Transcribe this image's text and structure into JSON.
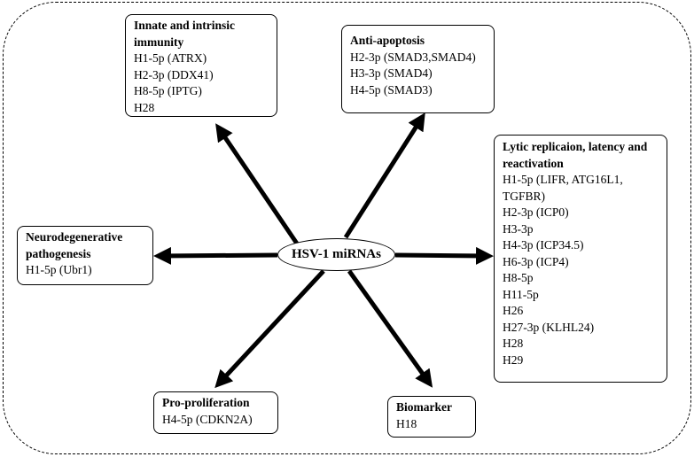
{
  "center": {
    "label": "HSV-1 miRNAs"
  },
  "boxes": {
    "innate": {
      "title": "Innate and intrinsic immunity",
      "items": [
        "H1-5p (ATRX)",
        "H2-3p (DDX41)",
        "H8-5p (IPTG)",
        "H28"
      ]
    },
    "antiapoptosis": {
      "title": "Anti-apoptosis",
      "items": [
        "H2-3p (SMAD3,SMAD4)",
        "H3-3p (SMAD4)",
        "H4-5p (SMAD3)"
      ]
    },
    "lytic": {
      "title": "Lytic replicaion, latency and reactivation",
      "items": [
        "H1-5p (LIFR, ATG16L1,",
        "TGFBR)",
        "H2-3p (ICP0)",
        "H3-3p",
        "H4-3p (ICP34.5)",
        "H6-3p (ICP4)",
        "H8-5p",
        "H11-5p",
        "H26",
        "H27-3p (KLHL24)",
        "H28",
        "H29"
      ]
    },
    "neuro": {
      "title": "Neurodegenerative pathogenesis",
      "items": [
        "H1-5p (Ubr1)"
      ]
    },
    "prolif": {
      "title": "Pro-proliferation",
      "items": [
        "H4-5p (CDKN2A)"
      ]
    },
    "biomarker": {
      "title": "Biomarker",
      "items": [
        "H18"
      ]
    }
  }
}
